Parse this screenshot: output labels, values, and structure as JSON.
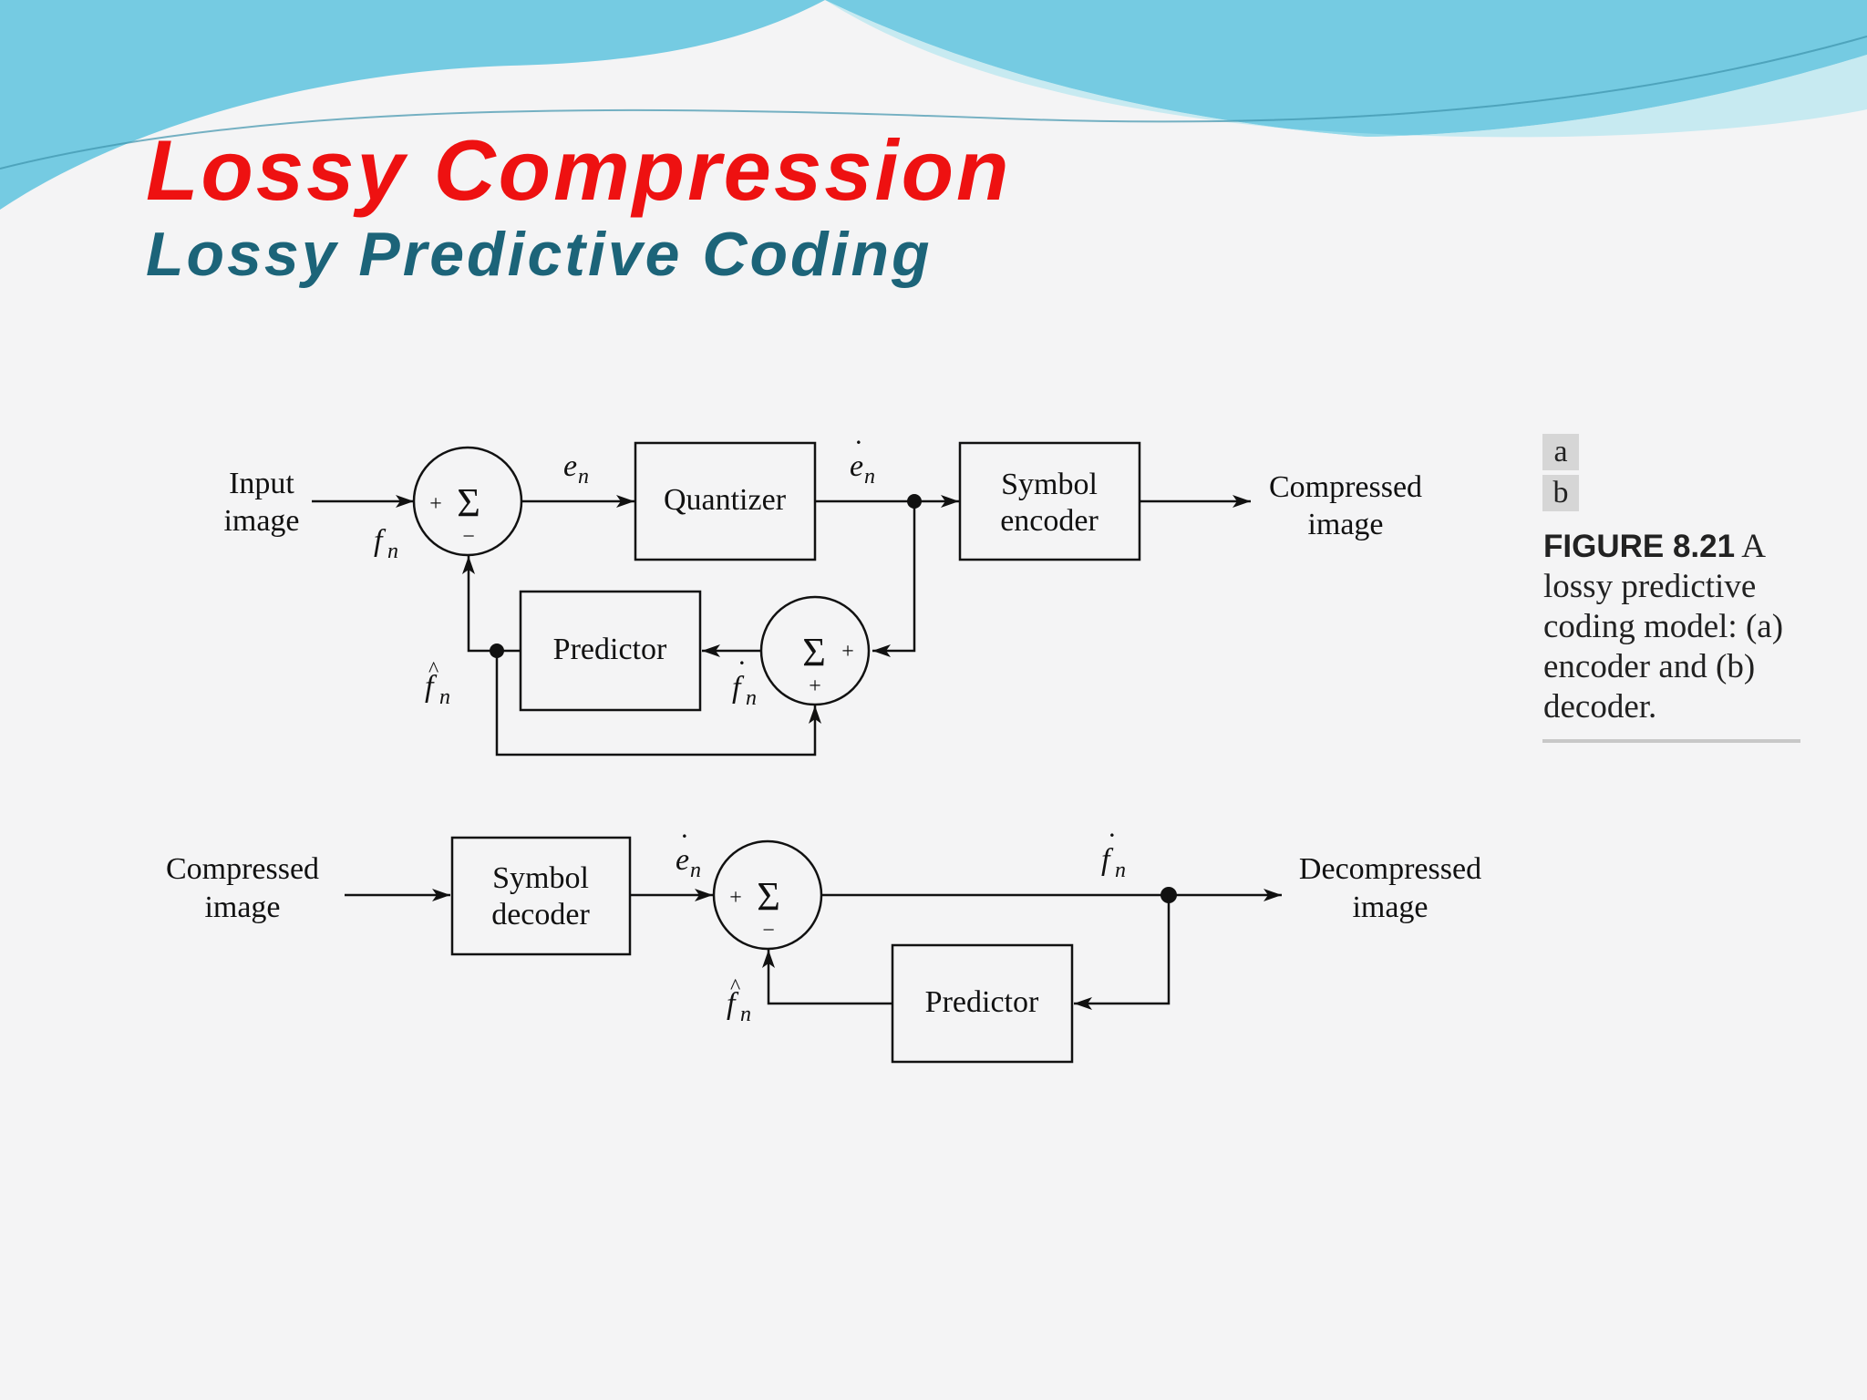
{
  "title": "Lossy Compression",
  "subtitle": "Lossy Predictive Coding",
  "colors": {
    "title": "#ee1111",
    "subtitle": "#1c6479",
    "header_band_dark": "#5ec3de",
    "header_band_light": "#a8e2ee"
  },
  "encoder": {
    "input_label_1": "Input",
    "input_label_2": "image",
    "sum_symbol": "Σ",
    "plus_sign": "+",
    "minus_sign": "−",
    "quantizer": "Quantizer",
    "symbol_encoder_1": "Symbol",
    "symbol_encoder_2": "encoder",
    "output_label_1": "Compressed",
    "output_label_2": "image",
    "predictor": "Predictor",
    "var_f": "f",
    "var_e": "e",
    "sub_n": "n",
    "dot_mark": "˙",
    "hat_mark": "^"
  },
  "decoder": {
    "input_label_1": "Compressed",
    "input_label_2": "image",
    "symbol_decoder_1": "Symbol",
    "symbol_decoder_2": "decoder",
    "output_label_1": "Decompressed",
    "output_label_2": "image",
    "predictor": "Predictor"
  },
  "figure": {
    "panel_a": "a",
    "panel_b": "b",
    "caption_label": "FIGURE 8.21",
    "caption_text": "A lossy predictive coding model: (a) encoder and (b) decoder."
  }
}
